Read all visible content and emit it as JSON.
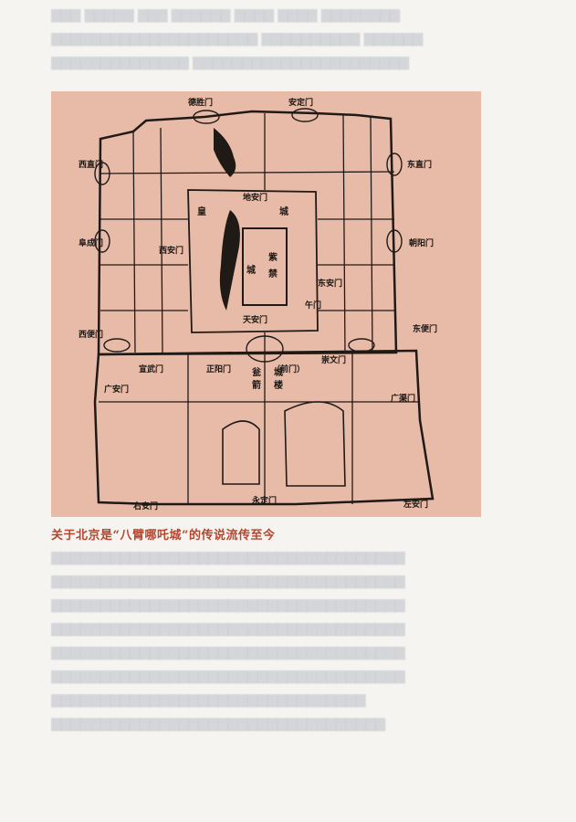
{
  "figure": {
    "gates": {
      "deshengmen": "德胜门",
      "andingmen": "安定门",
      "xizhimen": "西直门",
      "dongzhimen": "东直门",
      "fuchengmen": "阜成门",
      "chaoyangmen": "朝阳门",
      "xi_anmen": "西安门",
      "dong_anmen": "东安门",
      "di_anmen": "地安门",
      "tian_anmen": "天安门",
      "wumen": "午门",
      "xibianmen": "西便门",
      "dongbianmen": "东便门",
      "xuanwumen": "宣武门",
      "zhengyangmen": "正阳门",
      "qianmen": "（前门）",
      "chongwenmen": "崇文门",
      "guanganmen": "广安门",
      "guangqumen": "广渠门",
      "youanmen": "右安门",
      "yongdingmen": "永定门",
      "zuoanmen": "左安门",
      "huang": "皇",
      "cheng": "城",
      "zi": "紫",
      "jin": "禁",
      "cheng2": "城",
      "jian": "箭",
      "lou": "楼",
      "weng": "瓮",
      "cheng3": "城"
    }
  },
  "caption": "关于北京是“八臂哪吒城”的传说流传至今"
}
